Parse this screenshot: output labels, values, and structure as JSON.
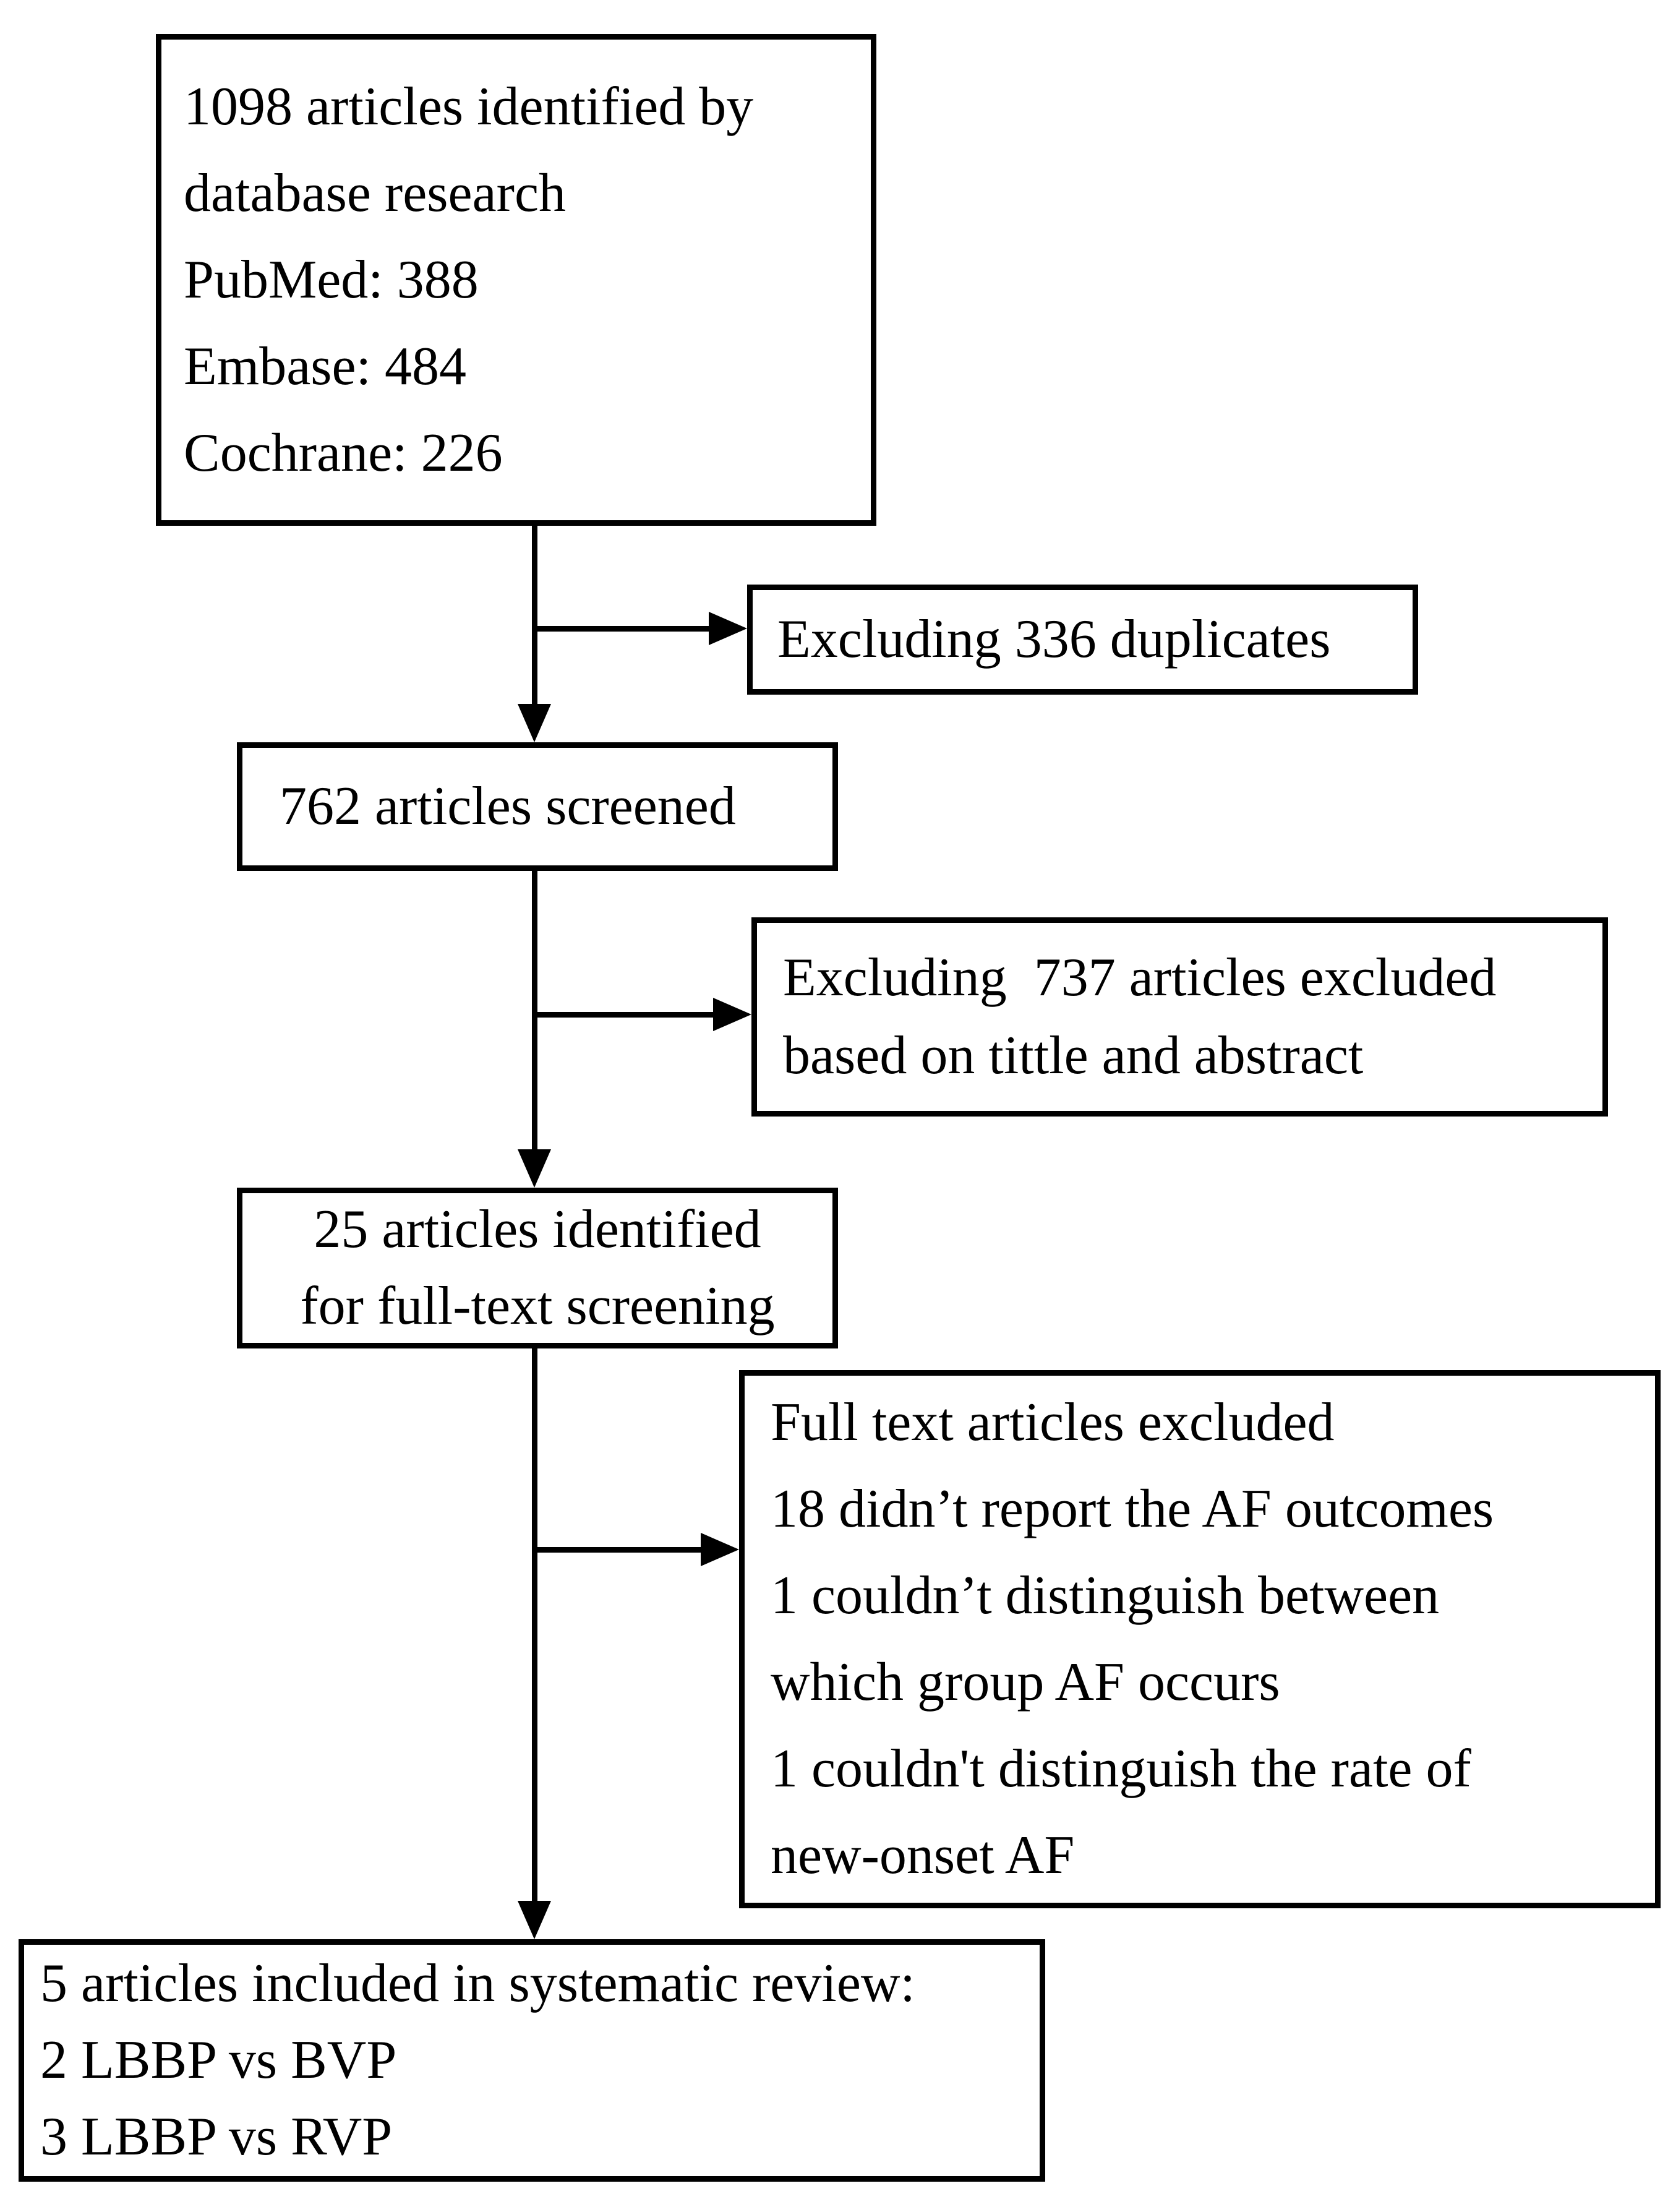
{
  "colors": {
    "ink": "#000000",
    "paper": "#ffffff"
  },
  "flowchart": {
    "boxes": {
      "identification": {
        "lines": [
          "1098 articles identified by",
          "database research",
          "PubMed: 388",
          "Embase: 484",
          "Cochrane: 226"
        ]
      },
      "duplicates_excluded": {
        "lines": [
          "Excluding 336 duplicates"
        ]
      },
      "screened": {
        "lines": [
          "762 articles screened"
        ]
      },
      "title_abstract_excluded": {
        "lines": [
          "Excluding  737 articles excluded",
          "based on tittle and abstract"
        ]
      },
      "fulltext_screening": {
        "lines": [
          "25 articles identified",
          "for full-text screening"
        ]
      },
      "fulltext_excluded": {
        "lines": [
          "Full text articles excluded",
          "18 didn’t report the AF outcomes",
          "1 couldn’t distinguish between",
          "which group AF occurs",
          "1 couldn't distinguish the rate of",
          "new-onset AF"
        ]
      },
      "included": {
        "lines": [
          "5 articles included in systematic review:",
          "2 LBBP vs BVP",
          "3 LBBP vs RVP"
        ]
      }
    }
  }
}
